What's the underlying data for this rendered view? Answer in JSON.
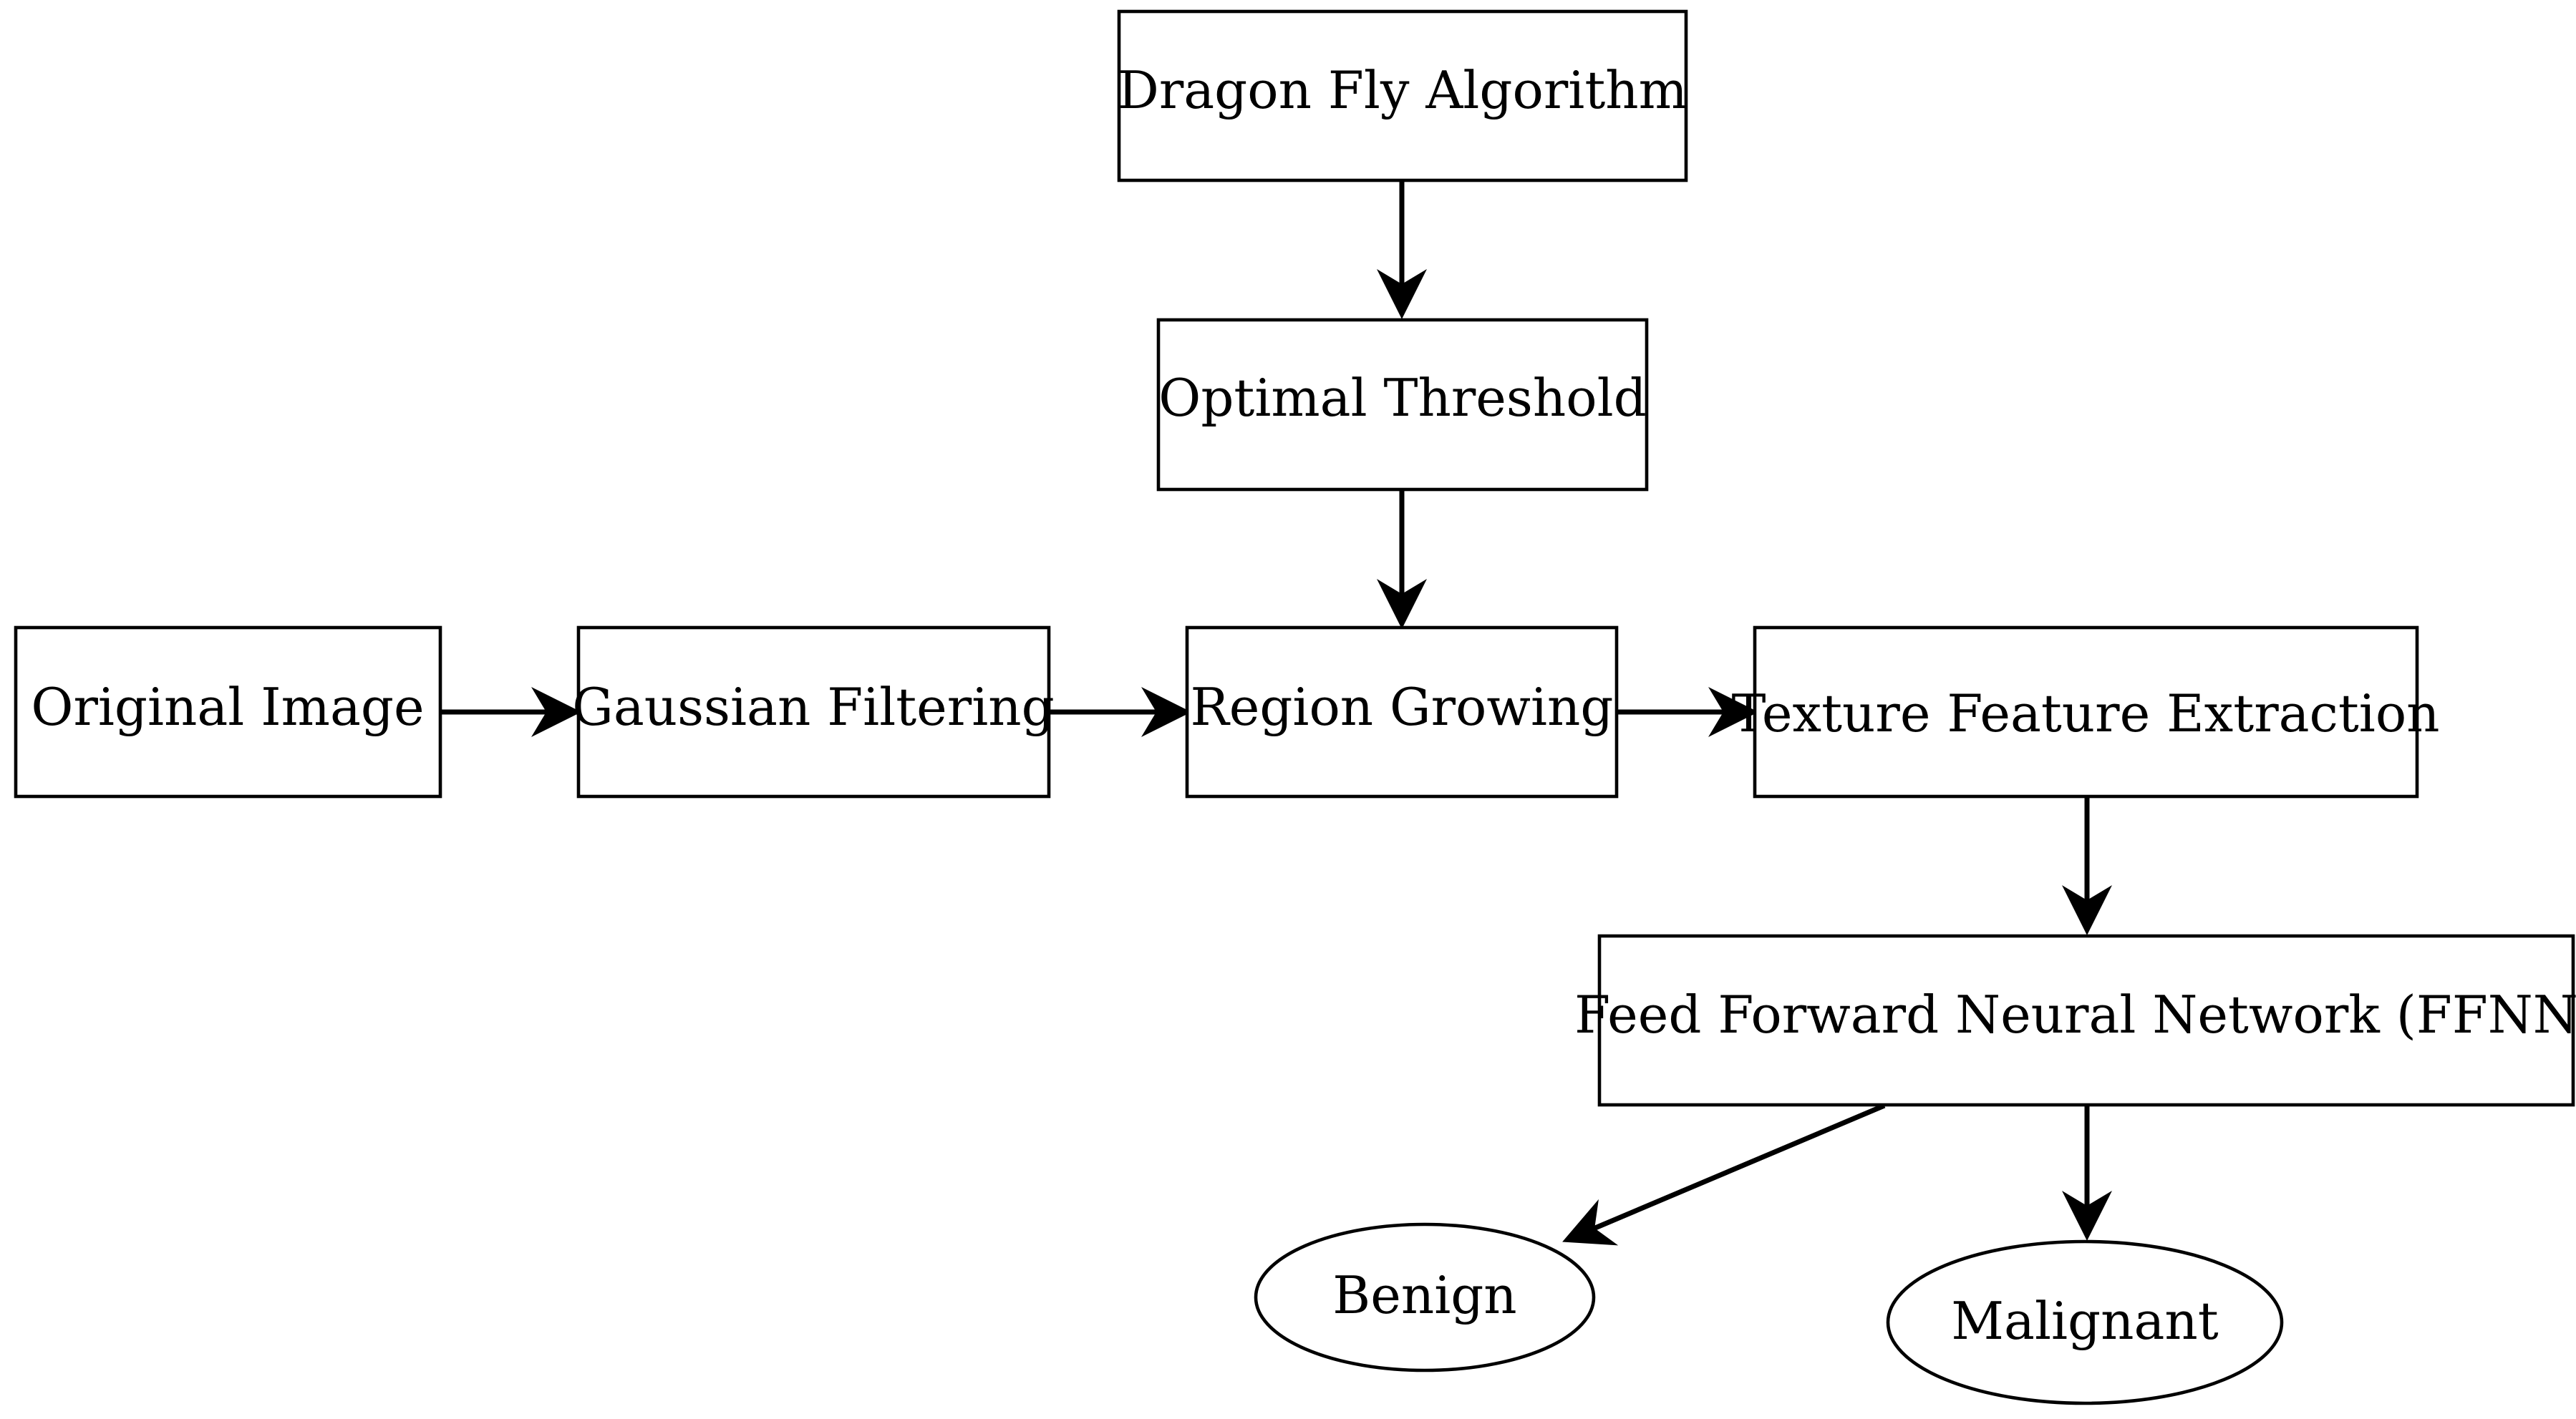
{
  "nodes": {
    "dragonfly": {
      "label": "Dragon Fly Algorithm"
    },
    "optimal_threshold": {
      "label": "Optimal Threshold"
    },
    "original_image": {
      "label": "Original Image"
    },
    "gaussian_filtering": {
      "label": "Gaussian Filtering"
    },
    "region_growing": {
      "label": "Region Growing"
    },
    "texture_feature_extraction": {
      "label": "Texture Feature Extraction"
    },
    "ffnn": {
      "label": "Feed Forward Neural Network (FFNN)"
    },
    "benign": {
      "label": "Benign"
    },
    "malignant": {
      "label": "Malignant"
    }
  },
  "edges": [
    {
      "from": "dragonfly",
      "to": "optimal_threshold"
    },
    {
      "from": "optimal_threshold",
      "to": "region_growing"
    },
    {
      "from": "original_image",
      "to": "gaussian_filtering"
    },
    {
      "from": "gaussian_filtering",
      "to": "region_growing"
    },
    {
      "from": "region_growing",
      "to": "texture_feature_extraction"
    },
    {
      "from": "texture_feature_extraction",
      "to": "ffnn"
    },
    {
      "from": "ffnn",
      "to": "benign"
    },
    {
      "from": "ffnn",
      "to": "malignant"
    }
  ]
}
